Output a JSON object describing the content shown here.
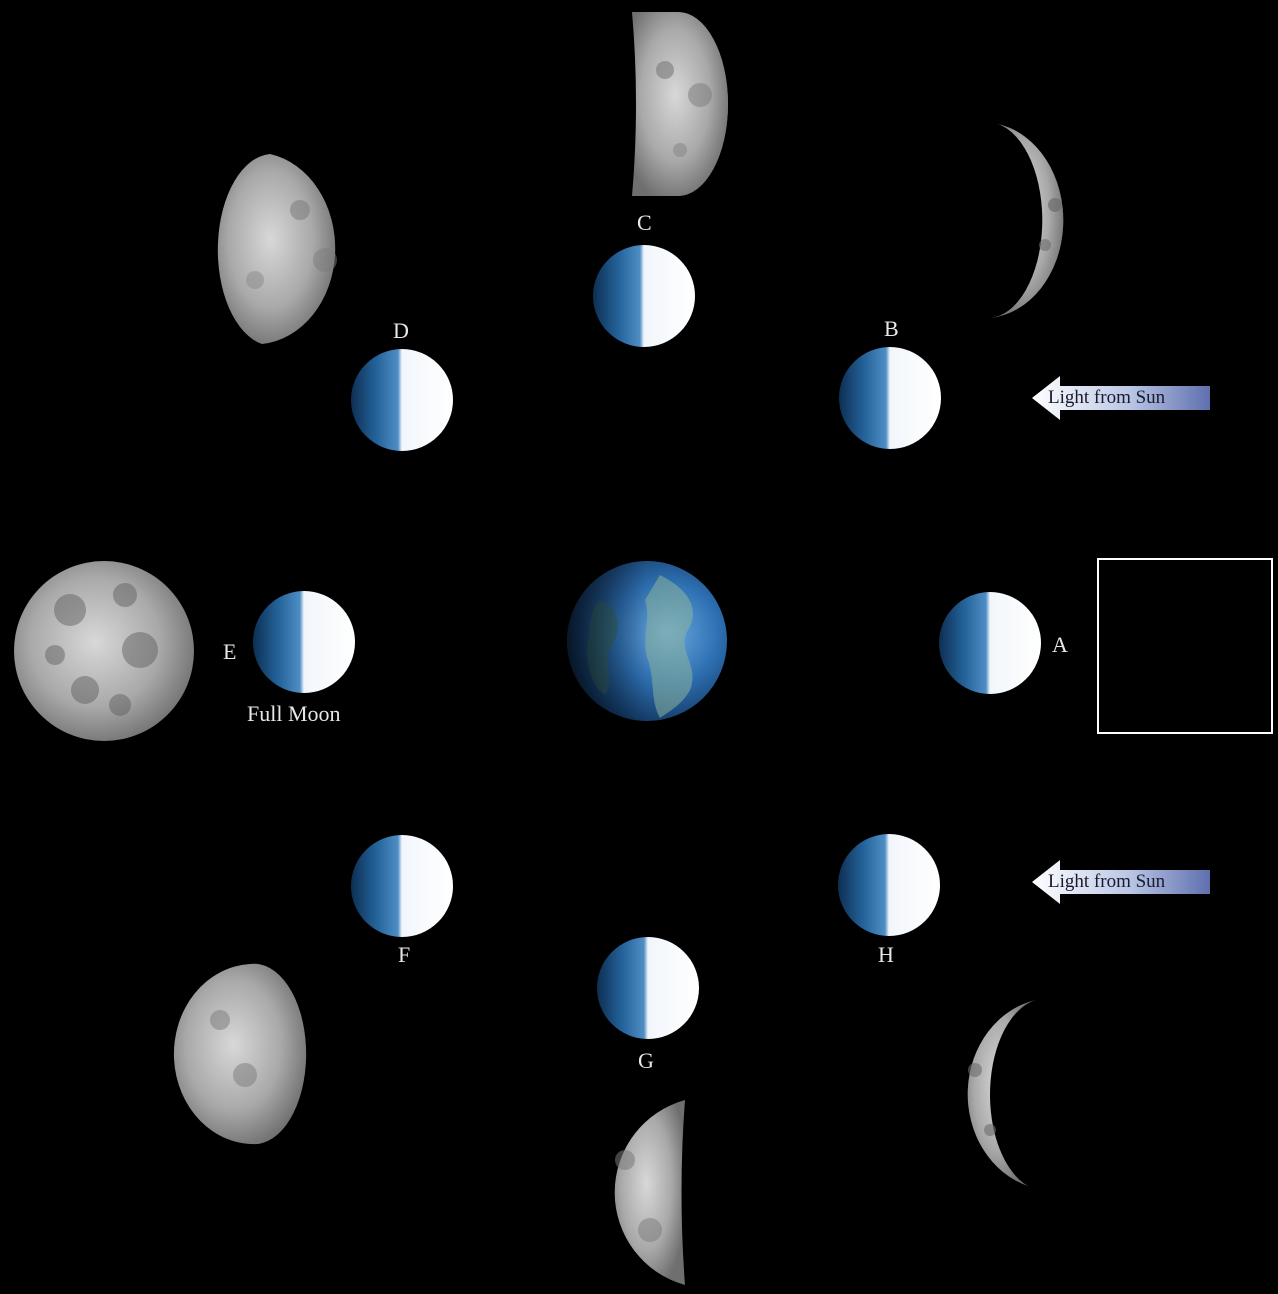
{
  "labels": {
    "a": "A",
    "b": "B",
    "c": "C",
    "d": "D",
    "e": "E",
    "f": "F",
    "g": "G",
    "h": "H",
    "full_moon": "Full Moon"
  },
  "sunlight_arrows": [
    "Light from Sun",
    "Light from Sun"
  ],
  "colors": {
    "background": "#000000",
    "orbit_dark": "#1d5a8c",
    "orbit_lit": "#ffffff",
    "earth_ocean": "#2c6fb0",
    "moon_surface": "#bdbdbd",
    "answer_box_border": "#ffffff"
  }
}
